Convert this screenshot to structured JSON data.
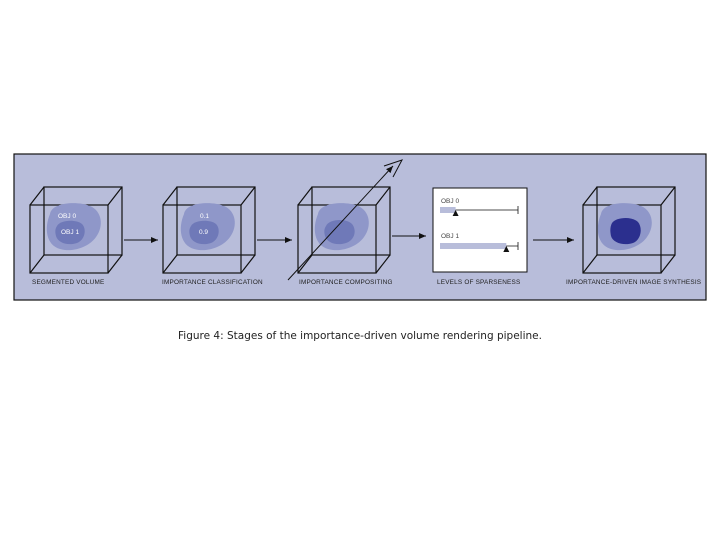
{
  "colors": {
    "panel_background": "#b8bdda",
    "outer_blob": "#8f97c9",
    "inner_blob_light": "#6f79b8",
    "inner_blob_dark": "#2b2f8e",
    "frame": "#111111"
  },
  "stages": [
    {
      "label": "SEGMENTED VOLUME",
      "objects": [
        "OBJ 0",
        "OBJ 1"
      ]
    },
    {
      "label": "IMPORTANCE CLASSIFICATION",
      "objects": [
        "0.1",
        "0.9"
      ]
    },
    {
      "label": "IMPORTANCE COMPOSITING"
    },
    {
      "label": "LEVELS OF SPARSENESS",
      "objects": [
        "OBJ 0",
        "OBJ 1"
      ],
      "sparseness_levels": [
        0.2,
        0.85
      ]
    },
    {
      "label": "IMPORTANCE-DRIVEN IMAGE SYNTHESIS"
    }
  ],
  "figure_caption": "Figure 4: Stages of the importance-driven volume rendering pipeline."
}
